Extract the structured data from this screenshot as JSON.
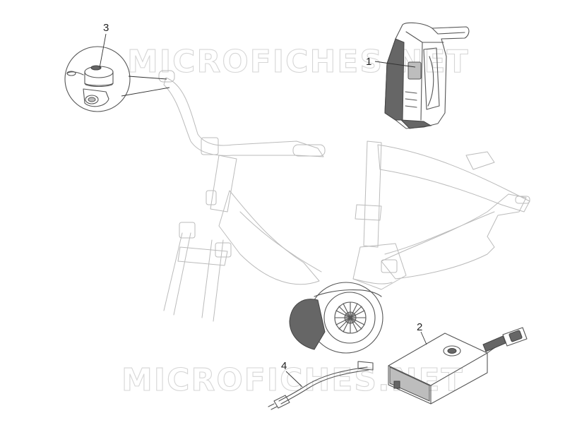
{
  "watermark": {
    "top_text": "MICROFICHES.NET",
    "bottom_text": "MICROFICHES.NET"
  },
  "callouts": [
    {
      "id": "1",
      "label": "1"
    },
    {
      "id": "2",
      "label": "2"
    },
    {
      "id": "3",
      "label": "3"
    },
    {
      "id": "4",
      "label": "4"
    }
  ]
}
